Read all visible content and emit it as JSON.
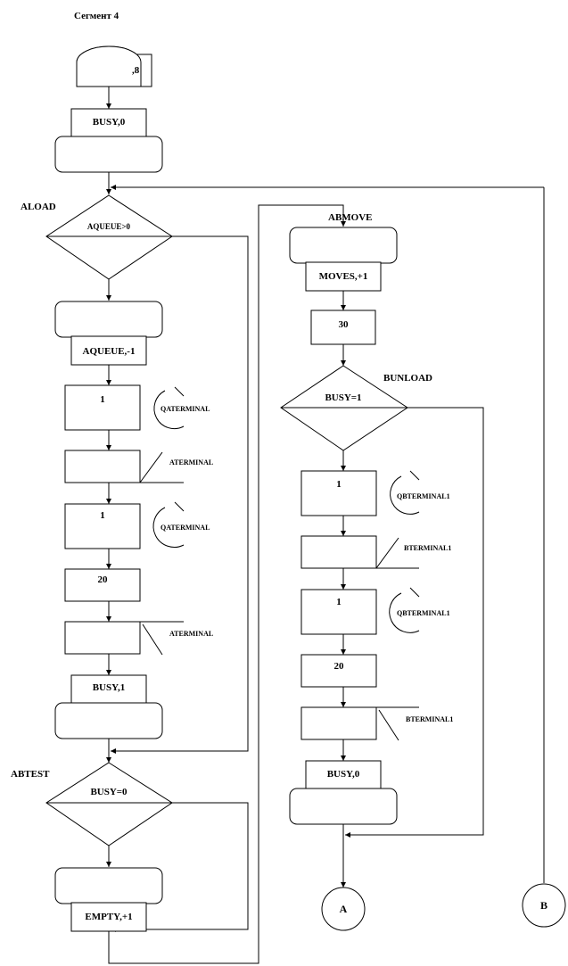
{
  "title": "Сегмент 4",
  "generate": {
    "operand": ",8"
  },
  "labels": {
    "aload": "ALOAD",
    "abmove": "ABMOVE",
    "bunload": "BUNLOAD",
    "abtest": "ABTEST"
  },
  "blocks": {
    "busy0_top": "BUSY,0",
    "aqueue_test": "AQUEUE>0",
    "aqueue_dec": "AQUEUE,-1",
    "a_seize_1": "1",
    "a_queue_1": "QATERMINAL",
    "a_storage_1": "ATERMINAL",
    "a_seize_2": "1",
    "a_queue_2": "QATERMINAL",
    "a_advance": "20",
    "a_storage_2": "ATERMINAL",
    "busy1": "BUSY,1",
    "moves_inc": "MOVES,+1",
    "advance_30": "30",
    "busy_test_1": "BUSY=1",
    "b_seize_1": "1",
    "b_queue_1": "QBTERMINAL1",
    "b_storage_1": "BTERMINAL1",
    "b_seize_2": "1",
    "b_queue_2": "QBTERMINAL1",
    "b_advance": "20",
    "b_storage_2": "BTERMINAL1",
    "busy0_bottom": "BUSY,0",
    "busy_test_0": "BUSY=0",
    "empty_inc": "EMPTY,+1"
  },
  "connectors": {
    "a": "A",
    "b": "B"
  }
}
